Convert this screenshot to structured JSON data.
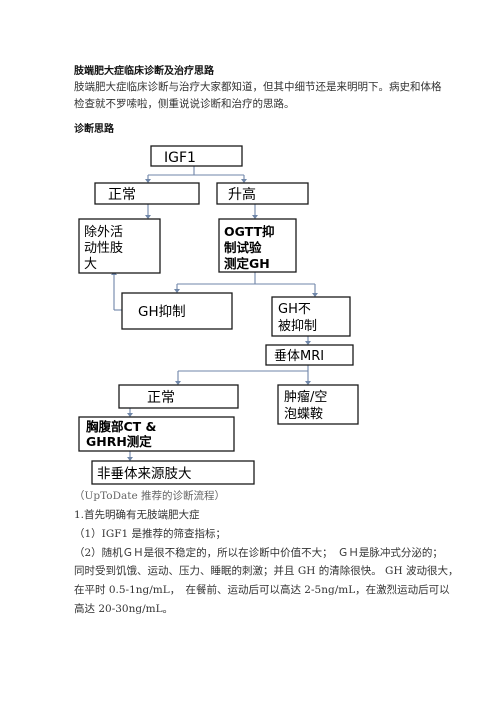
{
  "title": "肢端肥大症临床诊断及治疗思路",
  "intro": [
    "肢端肥大症临床诊断与治疗大家都知道，但其中细节还是来明明下。病史和体格",
    "检查就不罗嗦啦，侧重说说诊断和治疗的思路。"
  ],
  "section_heading": "诊断思路",
  "flowchart": {
    "igf1": "IGF1",
    "normal": "正常",
    "elevated": "升高",
    "exclude_active": [
      "除外活",
      "动性肢",
      "大"
    ],
    "ogtt": [
      "OGTT抑",
      "制试验",
      "测定GH"
    ],
    "gh_suppressed": "GH抑制",
    "gh_not_suppressed": [
      "GH不",
      "被抑制"
    ],
    "pituitary_mri": "垂体MRI",
    "mri_normal": "正常",
    "tumor": [
      "肿瘤/空",
      "泡蝶鞍"
    ],
    "ct_ghrh": [
      "胸腹部CT &",
      "GHRH测定"
    ],
    "non_pituitary": "非垂体来源肢大"
  },
  "caption": "（UpToDate 推荐的诊断流程）",
  "body": [
    "1.首先明确有无肢端肥大症",
    "（1）IGF1 是推荐的筛查指标；",
    "（2）随机ＧＨ是很不稳定的，所以在诊断中价值不大；　ＧＨ是脉冲式分泌的；",
    "同时受到饥饿、运动、压力、睡眠的刺激；并且 GH 的清除很快。 GH 波动很大，",
    "在平时 0.5-1ng/mL，　在餐前、运动后可以高达 2-5ng/mL，在激烈运动后可以",
    "高达 20-30ng/mL。"
  ],
  "colors": {
    "arrow": "#6f86a8",
    "box_border": "#1a1a1a"
  }
}
